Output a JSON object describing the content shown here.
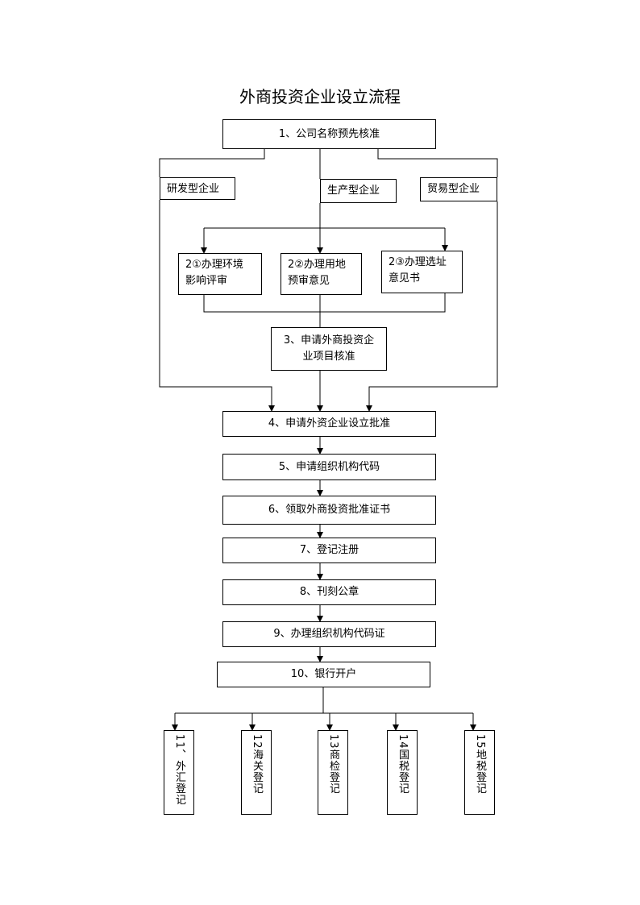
{
  "title": "外商投资企业设立流程",
  "steps": {
    "s1": "1、公司名称预先核准",
    "rd": "研发型企业",
    "prod": "生产型企业",
    "trade": "贸易型企业",
    "s2a_l1": "2①办理环境",
    "s2a_l2": "影响评审",
    "s2b_l1": "2②办理用地",
    "s2b_l2": "预审意见",
    "s2c_l1": "2③办理选址",
    "s2c_l2": "意见书",
    "s3_l1": "3、申请外商投资企",
    "s3_l2": "业项目核准",
    "s4": "4、申请外资企业设立批准",
    "s5": "5、申请组织机构代码",
    "s6": "6、领取外商投资批准证书",
    "s7": "7、登记注册",
    "s8": "8、刊刻公章",
    "s9": "9、办理组织机构代码证",
    "s10": "10、银行开户",
    "s11": "11、外汇登记",
    "s12": "12海关登记",
    "s13": "13商检登记",
    "s14": "14国税登记",
    "s15": "15地税登记"
  }
}
